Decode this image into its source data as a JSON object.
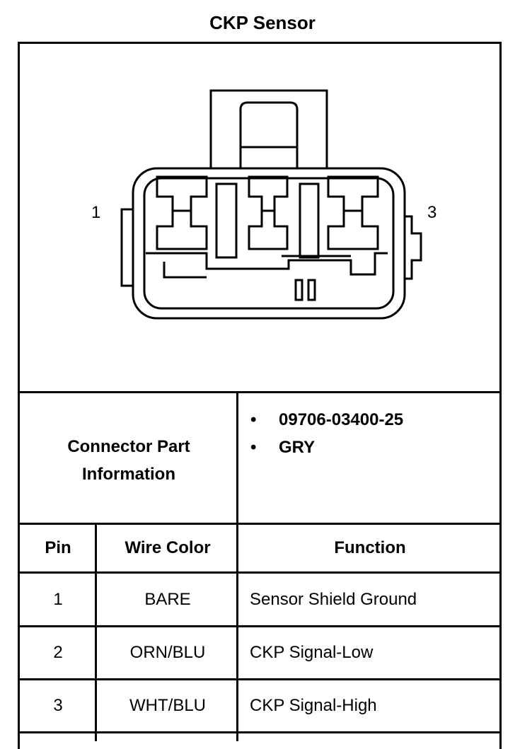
{
  "title": "CKP Sensor",
  "connector": {
    "pin_left_label": "1",
    "pin_right_label": "3"
  },
  "part_info": {
    "label_line1": "Connector Part",
    "label_line2": "Information",
    "items": [
      "09706-03400-25",
      "GRY"
    ]
  },
  "table": {
    "headers": {
      "pin": "Pin",
      "wire_color": "Wire Color",
      "function": "Function"
    },
    "rows": [
      {
        "pin": "1",
        "wire_color": "BARE",
        "function": "Sensor Shield Ground"
      },
      {
        "pin": "2",
        "wire_color": "ORN/BLU",
        "function": "CKP Signal-Low"
      },
      {
        "pin": "3",
        "wire_color": "WHT/BLU",
        "function": "CKP Signal-High"
      }
    ]
  }
}
